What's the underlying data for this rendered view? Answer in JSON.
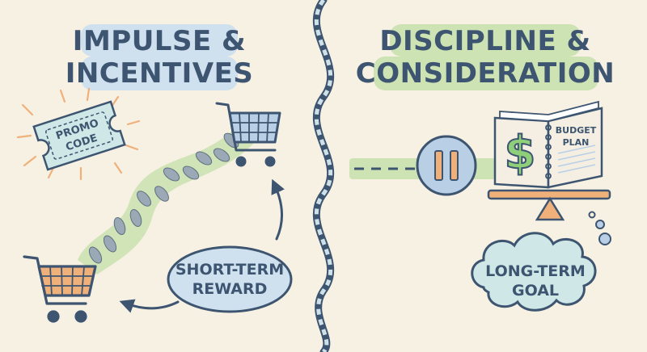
{
  "left_panel": {
    "title_line1": "IMPULSE &",
    "title_line2": "INCENTIVES",
    "promo_line1": "PROMO",
    "promo_line2": "CODE",
    "reward_line1": "SHORT-TERM",
    "reward_line2": "REWARD"
  },
  "right_panel": {
    "title_line1": "DISCIPLINE &",
    "title_line2": "CONSIDERATION",
    "book_line1": "BUDGET",
    "book_line2": "PLAN",
    "goal_line1": "LONG-TERM",
    "goal_line2": "GOAL"
  },
  "icons": [
    "promo-ticket-icon",
    "shopping-cart-icon",
    "footprints-icon",
    "pause-icon",
    "budget-book-icon",
    "dollar-sign-icon",
    "balance-scale-icon",
    "thought-cloud-icon",
    "curved-arrow-icon"
  ],
  "colors": {
    "background": "#f7f1e3",
    "ink": "#3d5570",
    "teal": "#cfe7e6",
    "green": "#cde3b4",
    "orange": "#f0b07a",
    "blue_soft": "#b9cfe6"
  }
}
